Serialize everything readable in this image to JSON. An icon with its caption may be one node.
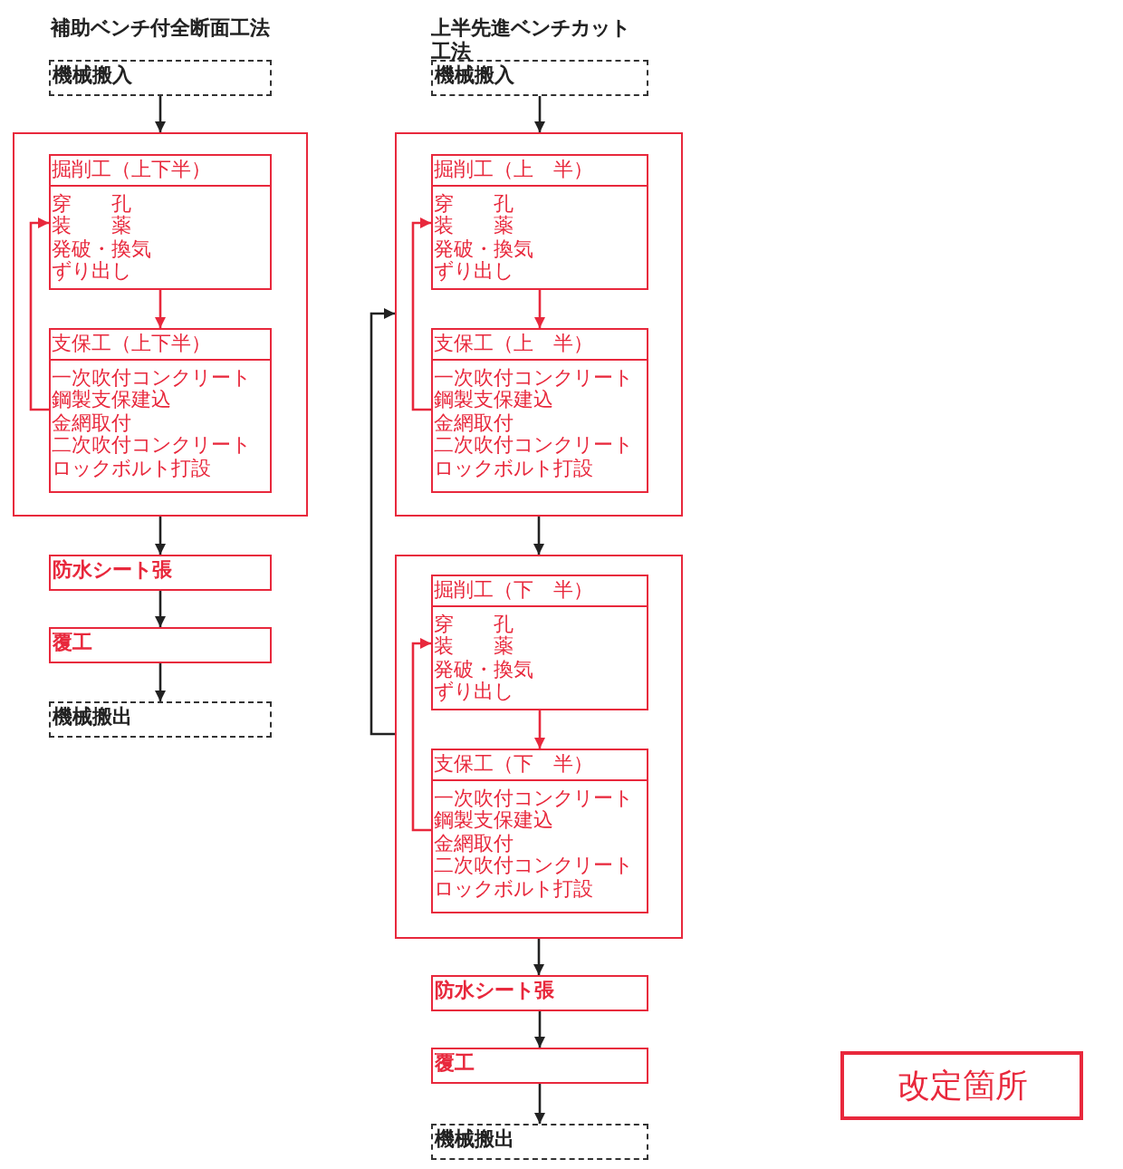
{
  "diagram": {
    "nodes": [
      {
        "text": [
          "機械搬入"
        ]
      },
      {
        "text": [],
        "shape": "box"
      },
      {
        "text": [
          "掘削工（上下半）",
          "穿　　孔",
          "装　　薬",
          "発破・換気",
          "ずり出し"
        ],
        "in": 1
      },
      {
        "text": [
          "支保工（上下半）",
          "一次吹付コンクリート",
          "鋼製支保建込",
          "金網取付",
          "二次吹付コンクリート",
          "ロックボルト打設"
        ],
        "in": 1
      },
      {
        "text": [
          "防水シート張"
        ]
      },
      {
        "text": [
          "覆工"
        ]
      },
      {
        "text": [
          "機械搬出"
        ]
      },
      {
        "text": [
          "機械搬入"
        ]
      },
      {
        "text": [],
        "shape": "box"
      },
      {
        "text": [
          "掘削工（上　半）",
          "穿　　孔",
          "装　　薬",
          "発破・換気",
          "ずり出し"
        ],
        "in": 8
      },
      {
        "text": [
          "支保工（上　半）",
          "一次吹付コンクリート",
          "鋼製支保建込",
          "金網取付",
          "二次吹付コンクリート",
          "ロックボルト打設"
        ],
        "in": 8
      },
      {
        "text": [],
        "shape": "box"
      },
      {
        "text": [
          "掘削工（下　半）",
          "穿　　孔",
          "装　　薬",
          "発破・換気",
          "ずり出し"
        ],
        "in": 11
      },
      {
        "text": [
          "支保工（下　半）",
          "一次吹付コンクリート",
          "鋼製支保建込",
          "金網取付",
          "二次吹付コンクリート",
          "ロックボルト打設"
        ],
        "in": 11
      },
      {
        "text": [
          "防水シート張"
        ]
      },
      {
        "text": [
          "覆工"
        ]
      },
      {
        "text": [
          "機械搬出"
        ]
      },
      {
        "text": [
          "改定箇所"
        ]
      }
    ],
    "edges": [
      {
        "from": 0,
        "to": 1,
        "arrow": "to"
      },
      {
        "from": 2,
        "to": 3,
        "arrow": "to",
        "color": "#e8283c"
      },
      {
        "from": 3,
        "to": 2,
        "arrow": "to",
        "color": "#e8283c"
      },
      {
        "from": 1,
        "to": 4,
        "arrow": "to"
      },
      {
        "from": 4,
        "to": 5,
        "arrow": "to"
      },
      {
        "from": 5,
        "to": 6,
        "arrow": "to"
      },
      {
        "from": 7,
        "to": 8,
        "arrow": "to"
      },
      {
        "from": 9,
        "to": 10,
        "arrow": "to",
        "color": "#e8283c"
      },
      {
        "from": 10,
        "to": 9,
        "arrow": "to",
        "color": "#e8283c"
      },
      {
        "from": 8,
        "to": 11,
        "arrow": "to"
      },
      {
        "from": 11,
        "to": 8,
        "arrow": "to"
      },
      {
        "from": 12,
        "to": 13,
        "arrow": "to",
        "color": "#e8283c"
      },
      {
        "from": 13,
        "to": 12,
        "arrow": "to",
        "color": "#e8283c"
      },
      {
        "from": 11,
        "to": 14,
        "arrow": "to"
      },
      {
        "from": 14,
        "to": 15,
        "arrow": "to"
      },
      {
        "from": 15,
        "to": 16,
        "arrow": "to"
      }
    ],
    "labels": [
      "補助ベンチ付全断面工法",
      "上半先進ベンチカット工法"
    ]
  }
}
